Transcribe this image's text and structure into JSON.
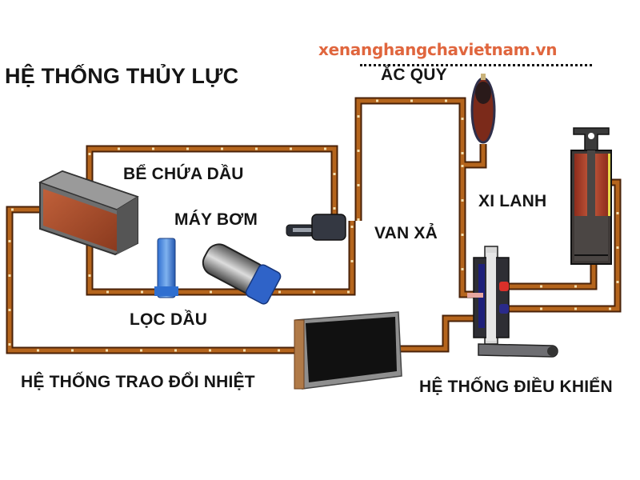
{
  "diagram": {
    "title": "HỆ THỐNG THỦY LỰC",
    "watermark": "xenanghangchavietnam.vn",
    "colors": {
      "pipe_outer": "#5a2a0e",
      "pipe_inner": "#b5651d",
      "watermark": "#e0663e",
      "text": "#151515"
    },
    "components": [
      {
        "id": "tank",
        "label": "BỂ CHỨA DẦU"
      },
      {
        "id": "pump",
        "label": "MÁY BƠM"
      },
      {
        "id": "filter",
        "label": "LỌC DẦU"
      },
      {
        "id": "relief_valve",
        "label": "VAN XẢ"
      },
      {
        "id": "accumulator",
        "label": "ẮC QUY"
      },
      {
        "id": "cylinder",
        "label": "XI LANH"
      },
      {
        "id": "control_valve",
        "label": "HỆ THỐNG ĐIỀU KHIỂN"
      },
      {
        "id": "heat_exchanger",
        "label": "HỆ THỐNG TRAO ĐỔI NHIỆT"
      }
    ]
  }
}
